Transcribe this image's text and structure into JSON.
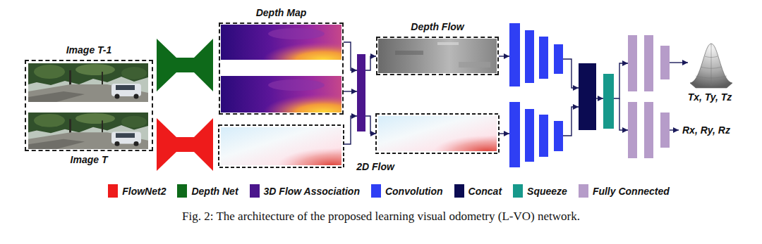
{
  "diagram": {
    "caption": "Fig. 2: The architecture of the proposed learning visual odometry (L-VO) network.",
    "nodes": [
      {
        "text": [
          "Image T-1",
          "Image T"
        ]
      },
      {
        "text": [
          "Depth Map"
        ]
      },
      {
        "text": [
          "Depth Flow"
        ]
      }
    ],
    "labels": [
      "2D Flow",
      "Tx, Ty, Tz",
      "Rx, Ry, Rz"
    ],
    "legend": [
      {
        "text": "FlowNet2",
        "color": "#ee1b1b"
      },
      {
        "text": "Depth Net",
        "color": "#0e6a1a"
      },
      {
        "text": "3D Flow Association",
        "color": "#4b168c"
      },
      {
        "text": "Convolution",
        "color": "#2f3ff4"
      },
      {
        "text": "Concat",
        "color": "#0b0b52"
      },
      {
        "text": "Squeeze",
        "color": "#17998b"
      },
      {
        "text": "Fully Connected",
        "color": "#b69cc9"
      }
    ]
  }
}
